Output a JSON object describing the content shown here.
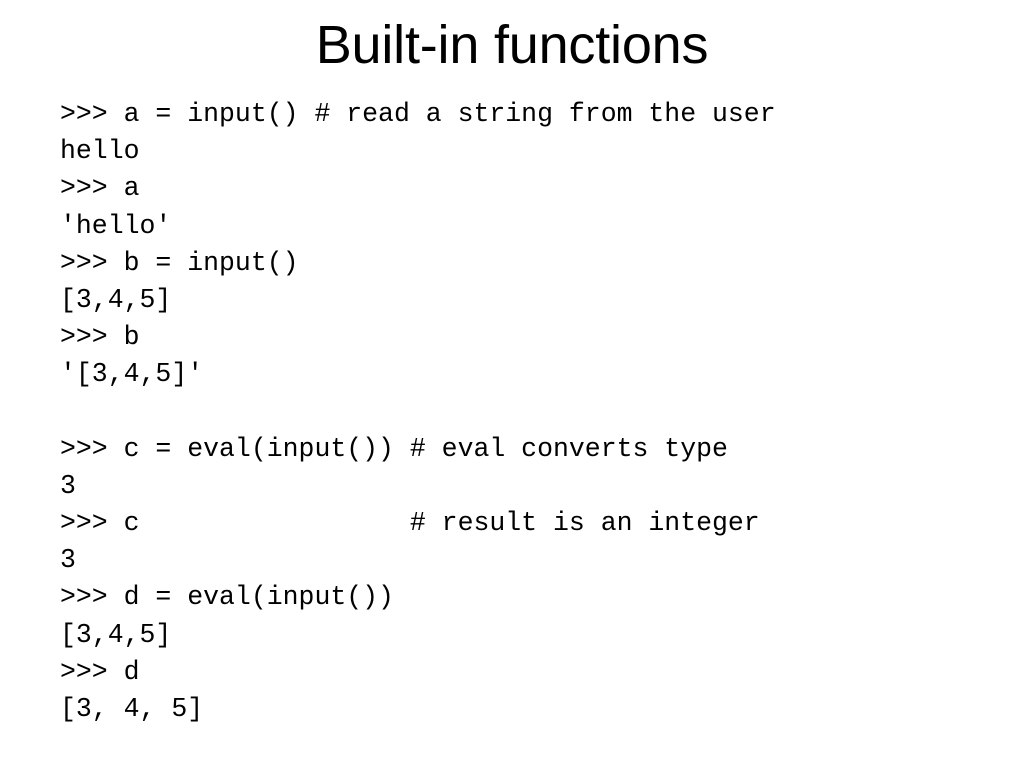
{
  "slide": {
    "title": "Built-in functions",
    "background_color": "#ffffff",
    "text_color": "#000000"
  },
  "code": {
    "language": "python-repl",
    "lines": [
      ">>> a = input() # read a string from the user",
      "hello",
      ">>> a",
      "'hello'",
      ">>> b = input()",
      "[3,4,5]",
      ">>> b",
      "'[3,4,5]'",
      "",
      ">>> c = eval(input()) # eval converts type",
      "3",
      ">>> c                 # result is an integer",
      "3",
      ">>> d = eval(input())",
      "[3,4,5]",
      ">>> d",
      "[3, 4, 5]"
    ]
  }
}
